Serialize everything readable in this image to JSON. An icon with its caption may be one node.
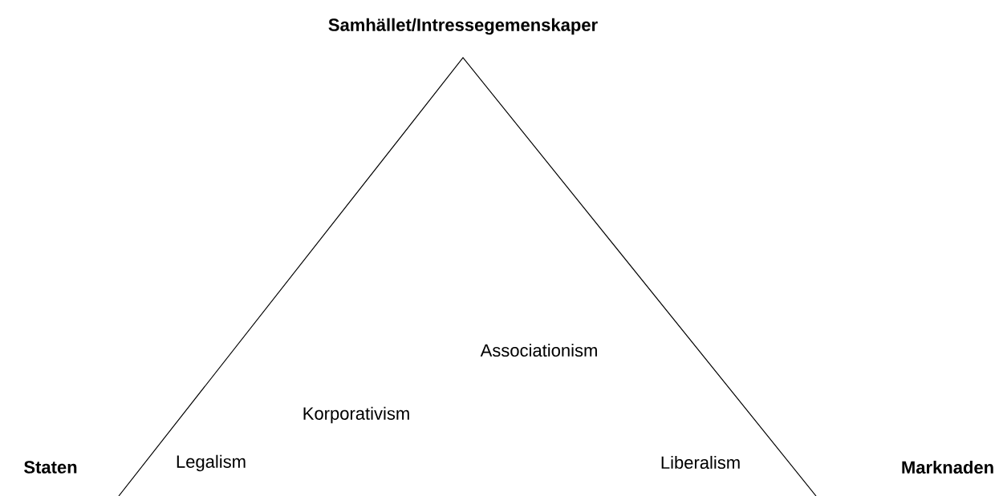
{
  "diagram": {
    "labels": [
      "Samhället/Intressegemenskaper",
      "Associationism",
      "Korporativism",
      "Staten",
      "Legalism",
      "Liberalism",
      "Marknaden"
    ]
  }
}
